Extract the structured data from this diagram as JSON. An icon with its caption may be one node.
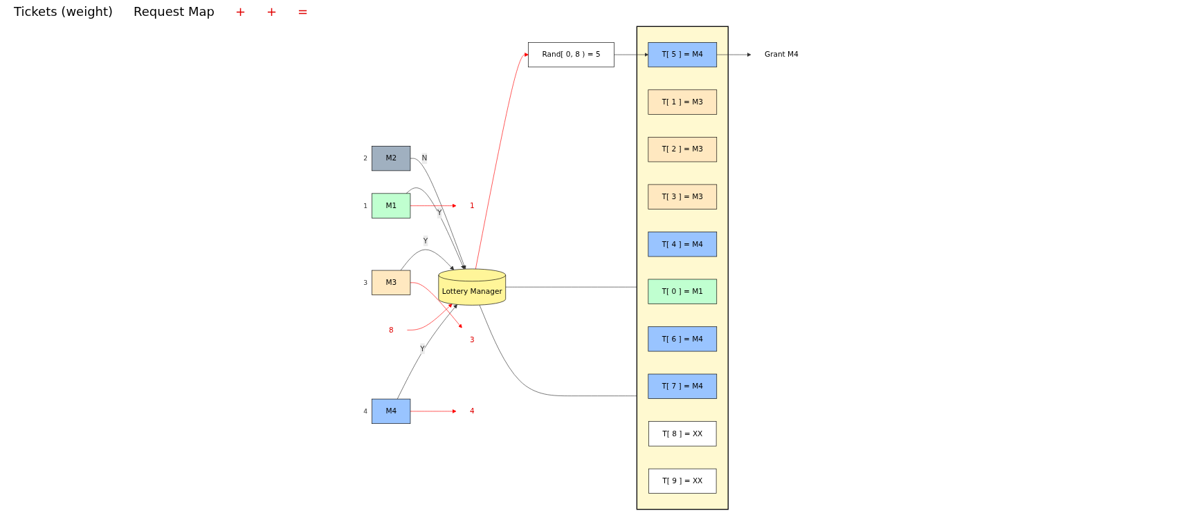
{
  "diagram": {
    "nodes": [
      {
        "text": [
          "M1"
        ],
        "beside": [
          "1"
        ]
      },
      {
        "text": [
          "M2"
        ],
        "beside": [
          "2"
        ]
      },
      {
        "text": [
          "M3"
        ],
        "beside": [
          "3"
        ]
      },
      {
        "text": [
          "M4"
        ],
        "beside": [
          "4"
        ]
      },
      {
        "text": [
          "Lottery Manager"
        ]
      },
      {
        "text": [
          "Rand[ 0, 8 ) = 5"
        ]
      },
      {
        "text": [],
        "shape": "box"
      },
      {
        "text": [
          "T[ 0 ] = M1"
        ],
        "in": 6
      },
      {
        "text": [
          "T[ 1 ] = M3"
        ],
        "in": 6
      },
      {
        "text": [
          "T[ 2 ] = M3"
        ],
        "in": 6
      },
      {
        "text": [
          "T[ 3 ] = M3"
        ],
        "in": 6
      },
      {
        "text": [
          "T[ 4 ] = M4"
        ],
        "in": 6
      },
      {
        "text": [
          "T[ 5 ] = M4"
        ],
        "in": 6
      },
      {
        "text": [
          "T[ 6 ] = M4"
        ],
        "in": 6
      },
      {
        "text": [
          "T[ 7 ] = M4"
        ],
        "in": 6
      },
      {
        "text": [
          "T[ 8 ] = XX"
        ],
        "in": 6
      },
      {
        "text": [
          "T[ 9 ] = XX"
        ],
        "in": 6
      },
      {
        "text": [
          "Grant M4"
        ]
      },
      {
        "text": [
          "1"
        ]
      },
      {
        "text": [
          "3"
        ]
      },
      {
        "text": [
          "4"
        ]
      },
      {
        "text": [
          "8"
        ]
      }
    ],
    "edges": [
      {
        "from": 0,
        "to": 4,
        "arrow": "to",
        "label": "Y"
      },
      {
        "from": 1,
        "to": 4,
        "arrow": "to",
        "label": "N"
      },
      {
        "from": 2,
        "to": 4,
        "arrow": "to",
        "label": "Y"
      },
      {
        "from": 3,
        "to": 4,
        "arrow": "to",
        "label": "Y"
      },
      {
        "from": 0,
        "to": 18,
        "arrow": "to",
        "color": "#ff0000"
      },
      {
        "from": 2,
        "to": 19,
        "arrow": "to",
        "color": "#ff0000"
      },
      {
        "from": 3,
        "to": 20,
        "arrow": "to",
        "color": "#ff0000"
      },
      {
        "from": 21,
        "to": 4,
        "arrow": "to",
        "color": "#ff0000"
      },
      {
        "from": 4,
        "to": 5,
        "arrow": "to",
        "color": "#ff0000"
      },
      {
        "from": 4,
        "to": 6,
        "arrow": "none"
      },
      {
        "from": 4,
        "to": 6,
        "arrow": "none"
      },
      {
        "from": 5,
        "to": 12,
        "arrow": "to"
      },
      {
        "from": 12,
        "to": 17,
        "arrow": "to"
      }
    ],
    "labels": [
      "Tickets (weight)",
      "Request Map",
      "+",
      "+",
      "="
    ]
  }
}
